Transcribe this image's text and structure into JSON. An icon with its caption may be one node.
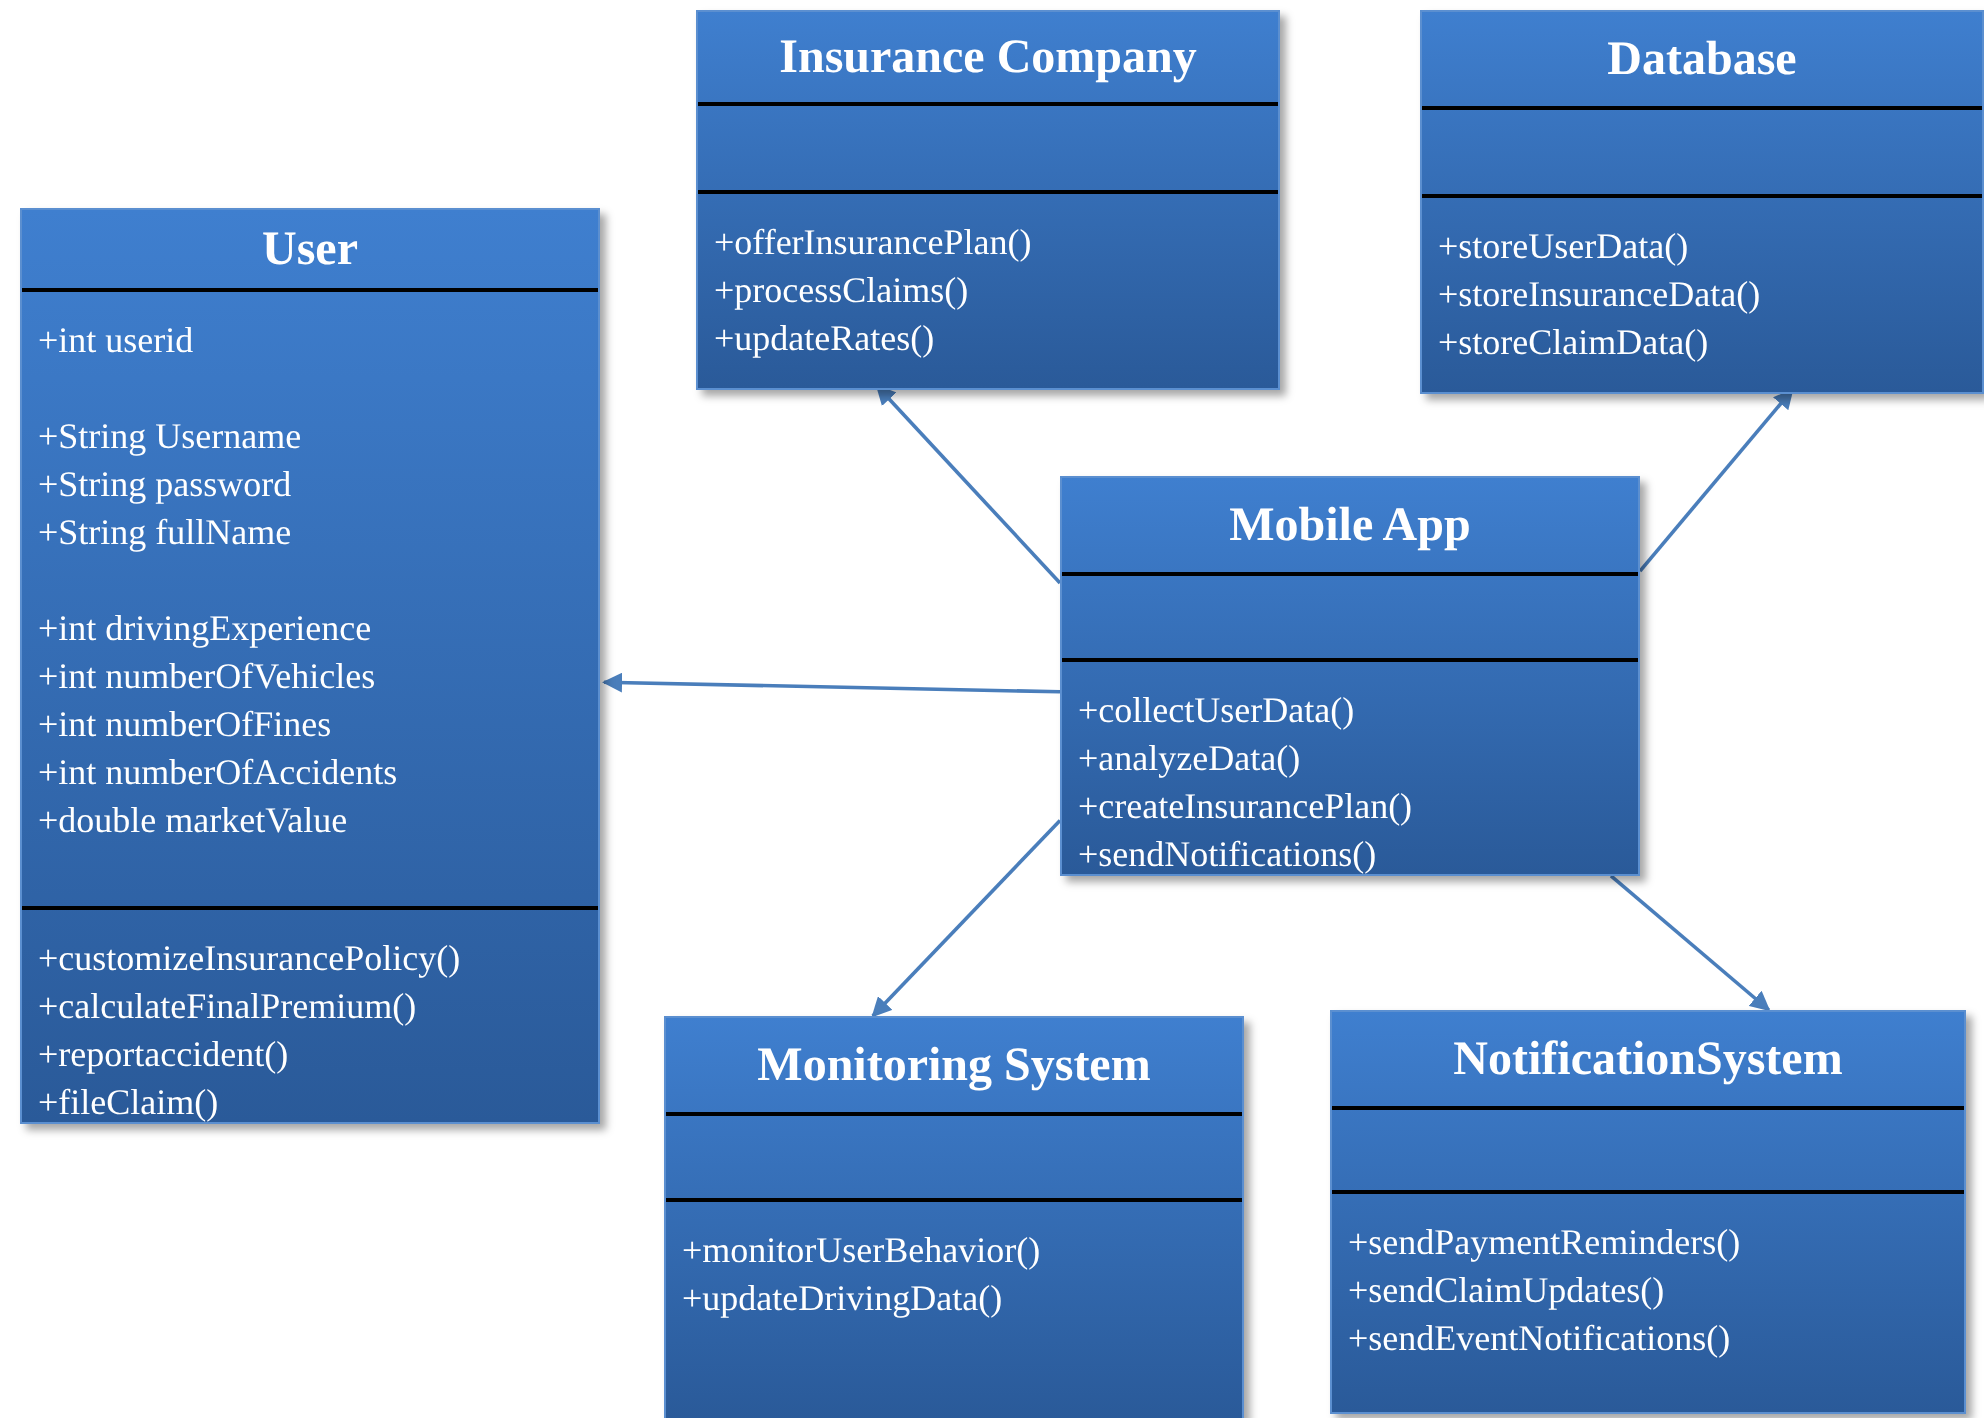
{
  "diagram": {
    "nodes": [
      {
        "text": [
          "User"
        ]
      },
      {
        "text": [
          "+int userid",
          "+String Username",
          "+String password",
          "+String fullName",
          "+int drivingExperience",
          "+int numberOfVehicles",
          "+int numberOfFines",
          "+int numberOfAccidents",
          "+double marketValue"
        ],
        "in": 0
      },
      {
        "text": [
          "+customizeInsurancePolicy()",
          "+calculateFinalPremium()",
          "+reportaccident()",
          "+fileClaim()"
        ],
        "in": 0
      },
      {
        "text": [
          "Insurance Company"
        ]
      },
      {
        "text": [],
        "shape": "box",
        "in": 3
      },
      {
        "text": [
          "+offerInsurancePlan()",
          "+processClaims()",
          "+updateRates()"
        ],
        "in": 3
      },
      {
        "text": [
          "Database"
        ]
      },
      {
        "text": [],
        "shape": "box",
        "in": 6
      },
      {
        "text": [
          "+storeUserData()",
          "+storeInsuranceData()",
          "+storeClaimData()"
        ],
        "in": 6
      },
      {
        "text": [
          "Mobile App"
        ]
      },
      {
        "text": [],
        "shape": "box",
        "in": 9
      },
      {
        "text": [
          "+collectUserData()",
          "+analyzeData()",
          "+createInsurancePlan()",
          "+sendNotifications()"
        ],
        "in": 9
      },
      {
        "text": [
          "Monitoring System"
        ]
      },
      {
        "text": [],
        "shape": "box",
        "in": 12
      },
      {
        "text": [
          "+monitorUserBehavior()",
          "+updateDrivingData()"
        ],
        "in": 12
      },
      {
        "text": [
          "NotificationSystem"
        ]
      },
      {
        "text": [],
        "shape": "box",
        "in": 15
      },
      {
        "text": [
          "+sendPaymentReminders()",
          "+sendClaimUpdates()",
          "+sendEventNotifications()"
        ],
        "in": 15
      }
    ],
    "edges": [
      {
        "from": 9,
        "to": 3,
        "arrow": "to"
      },
      {
        "from": 9,
        "to": 6,
        "arrow": "to"
      },
      {
        "from": 9,
        "to": 0,
        "arrow": "to"
      },
      {
        "from": 9,
        "to": 12,
        "arrow": "to"
      },
      {
        "from": 9,
        "to": 15,
        "arrow": "to"
      }
    ]
  }
}
